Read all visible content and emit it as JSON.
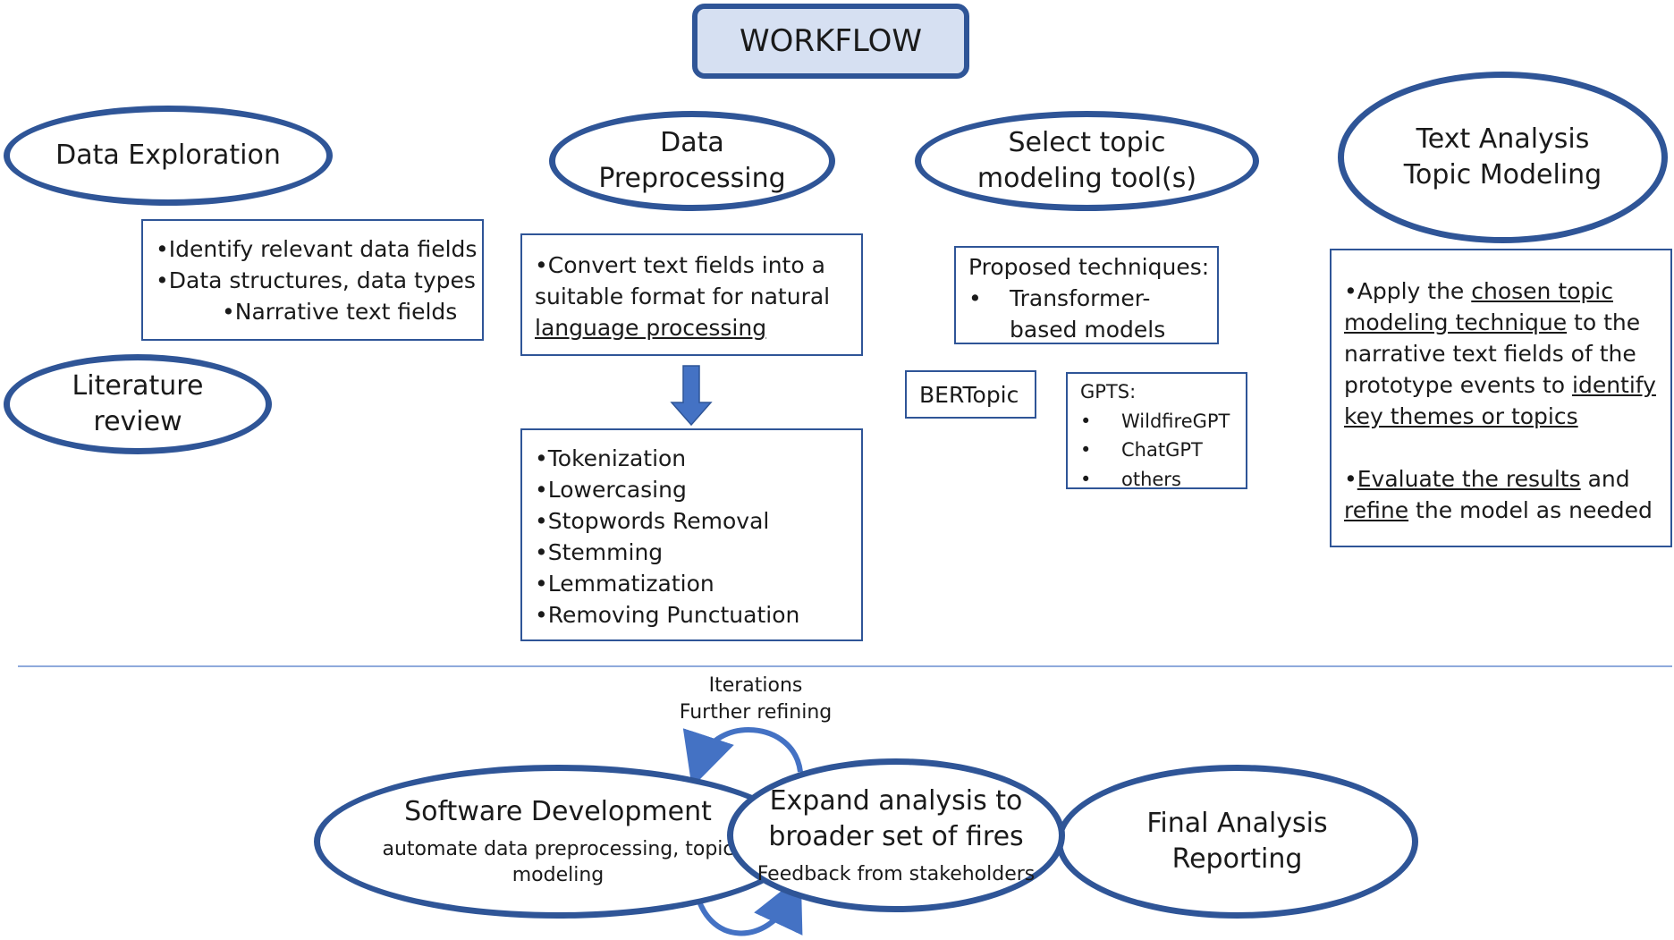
{
  "title": "WORKFLOW",
  "ellipses": {
    "data_exploration": "Data Exploration",
    "literature_review": [
      "Literature",
      "review"
    ],
    "data_preprocessing": [
      "Data",
      "Preprocessing"
    ],
    "select_tool": [
      "Select topic",
      "modeling tool(s)"
    ],
    "text_analysis": [
      "Text Analysis",
      "Topic Modeling"
    ],
    "software_dev": {
      "title": "Software Development",
      "subtitle": [
        "automate data preprocessing, topic",
        "modeling"
      ]
    },
    "expand_analysis": {
      "title": [
        "Expand analysis to",
        "broader set of fires"
      ],
      "subtitle": "Feedback from stakeholders"
    },
    "final_analysis": [
      "Final Analysis",
      "Reporting"
    ]
  },
  "exploration_box": [
    "•Identify relevant data fields",
    "•Data structures, data types",
    "•Narrative text fields"
  ],
  "convert_box": {
    "line1": "•Convert text fields into a",
    "line2": "suitable format for natural",
    "line3": "language processing"
  },
  "preprocessing_steps": [
    "•Tokenization",
    "•Lowercasing",
    "•Stopwords Removal",
    "•Stemming",
    "•Lemmatization",
    "•Removing Punctuation"
  ],
  "techniques_box": {
    "heading": "Proposed techniques:",
    "bullet": "•",
    "item": [
      "Transformer-",
      "based models"
    ]
  },
  "bertopic": "BERTopic",
  "gpts_box": {
    "heading": "GPTS:",
    "bullet": "•",
    "items": [
      "WildfireGPT",
      "ChatGPT",
      "others"
    ]
  },
  "analysis_box": {
    "p1": {
      "a": "•Apply the ",
      "b": "chosen topic",
      "c": "modeling technique",
      "d": " to the",
      "e": "narrative text fields of the",
      "f": "prototype events to ",
      "g": "identify",
      "h": "key themes or topics"
    },
    "p2": {
      "a": "•",
      "b": "Evaluate the results",
      "c": " and",
      "d": "refine",
      "e": " the model as needed"
    }
  },
  "iterations_note": [
    "Iterations",
    "Further refining"
  ],
  "colors": {
    "border": "#2f5597",
    "title_fill": "#d6e0f2",
    "arrow": "#4472c4",
    "divider": "#8faadc"
  }
}
